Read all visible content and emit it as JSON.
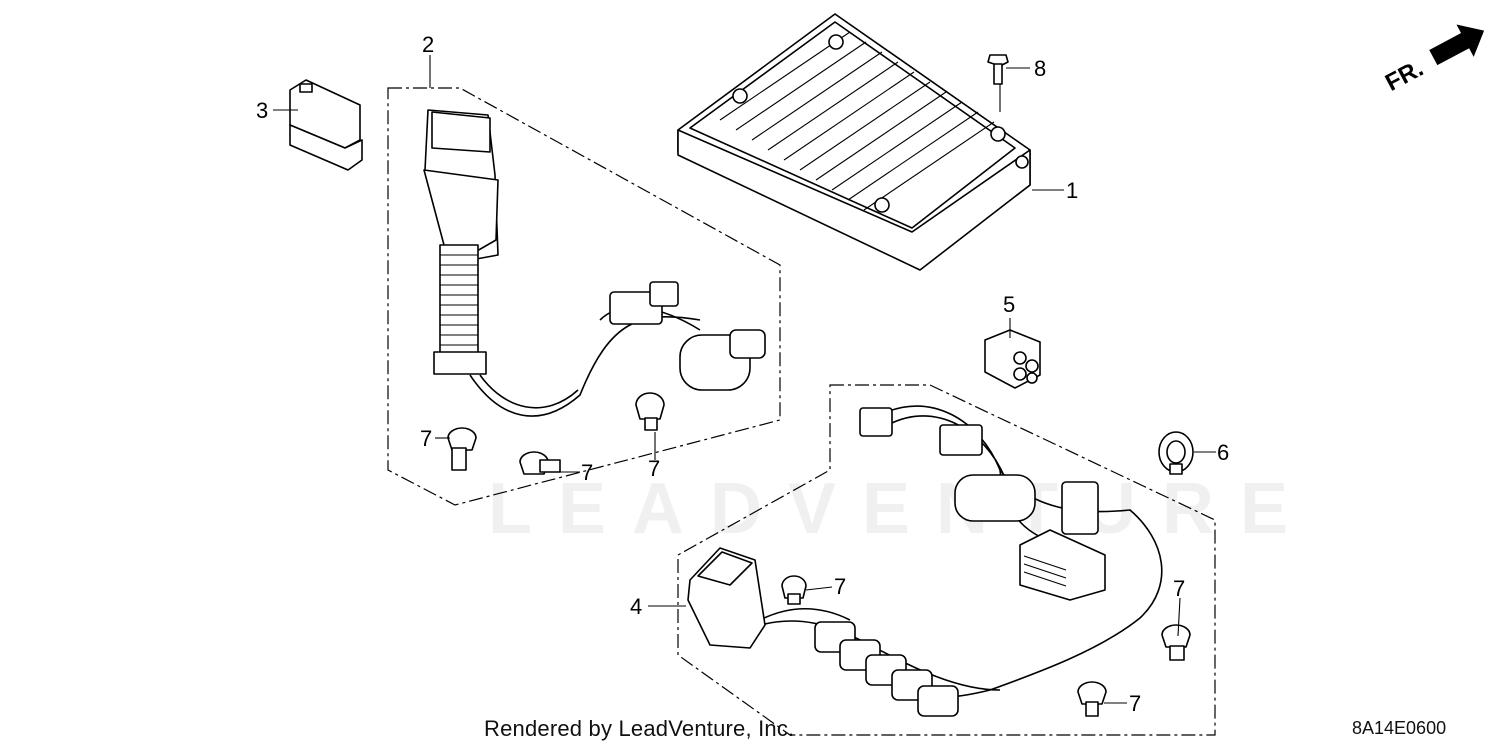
{
  "diagram": {
    "callouts": [
      {
        "id": "c1",
        "label": "1"
      },
      {
        "id": "c2",
        "label": "2"
      },
      {
        "id": "c3",
        "label": "3"
      },
      {
        "id": "c4",
        "label": "4"
      },
      {
        "id": "c5",
        "label": "5"
      },
      {
        "id": "c6",
        "label": "6"
      },
      {
        "id": "c7a",
        "label": "7"
      },
      {
        "id": "c7b",
        "label": "7"
      },
      {
        "id": "c7c",
        "label": "7"
      },
      {
        "id": "c7d",
        "label": "7"
      },
      {
        "id": "c7e",
        "label": "7"
      },
      {
        "id": "c7f",
        "label": "7"
      },
      {
        "id": "c8",
        "label": "8"
      }
    ],
    "direction_label": "FR.",
    "footer": "Rendered by LeadVenture, Inc.",
    "drawing_code": "8A14E0600",
    "watermark": "LEADVENTURE"
  }
}
